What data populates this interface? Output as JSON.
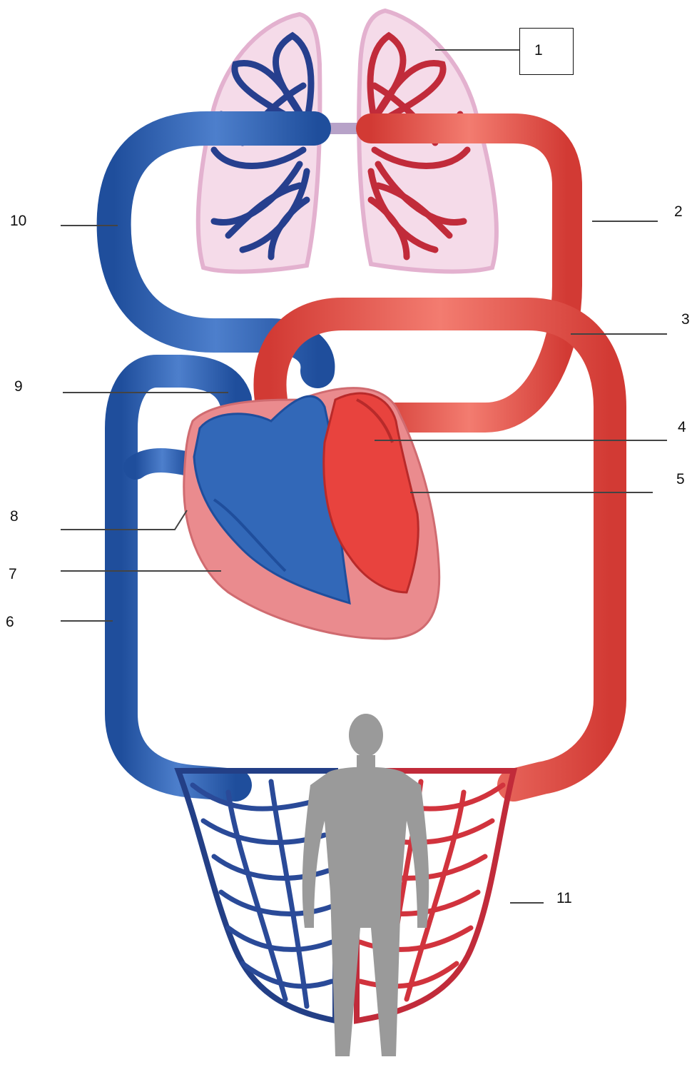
{
  "diagram": {
    "labels": [
      {
        "id": "1",
        "text": "1"
      },
      {
        "id": "2",
        "text": "2"
      },
      {
        "id": "3",
        "text": "3"
      },
      {
        "id": "4",
        "text": "4"
      },
      {
        "id": "5",
        "text": "5"
      },
      {
        "id": "6",
        "text": "6"
      },
      {
        "id": "7",
        "text": "7"
      },
      {
        "id": "8",
        "text": "8"
      },
      {
        "id": "9",
        "text": "9"
      },
      {
        "id": "10",
        "text": "10"
      },
      {
        "id": "11",
        "text": "11"
      }
    ],
    "colors": {
      "deoxygenated": "#2f5fae",
      "deoxygenated_dark": "#233f86",
      "oxygenated": "#e84a42",
      "oxygenated_dark": "#b82a2a",
      "lung_outline": "#e9bad6",
      "heart_pink": "#e9878a",
      "human_silhouette": "#9a9a9a",
      "leader_line": "#444444"
    }
  }
}
